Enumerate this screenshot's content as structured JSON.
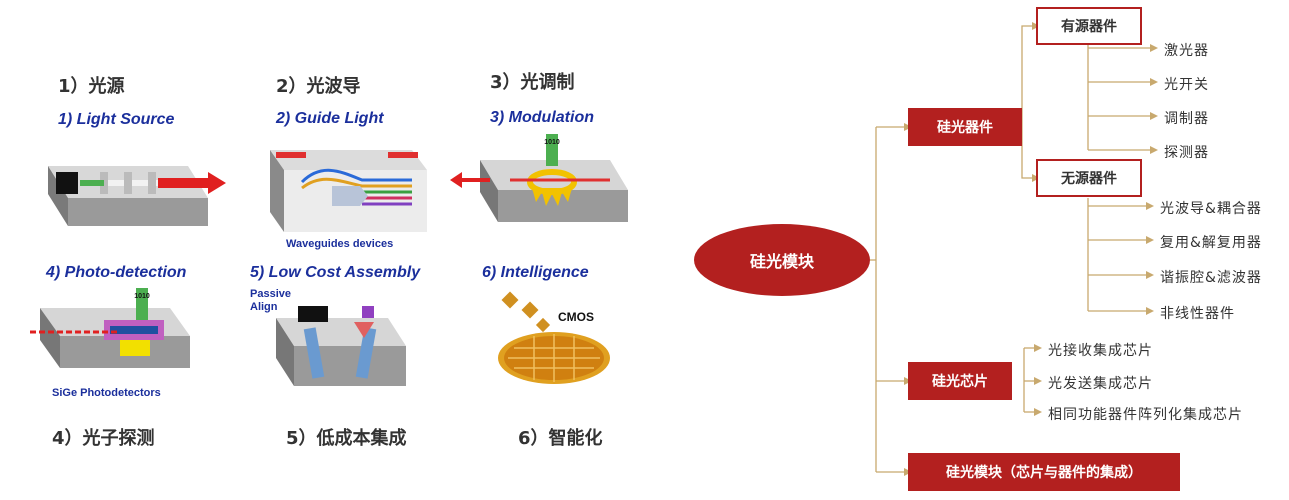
{
  "left": {
    "items": [
      {
        "cn": "1）光源",
        "en": "1) Light Source"
      },
      {
        "cn": "2）光波导",
        "en": "2) Guide Light",
        "caption": "Waveguides devices"
      },
      {
        "cn": "3）光调制",
        "en": "3) Modulation",
        "chip_label": "1010"
      },
      {
        "cn": "4）光子探测",
        "en": "4) Photo-detection",
        "caption": "SiGe Photodetectors",
        "chip_label": "1010"
      },
      {
        "cn": "5）低成本集成",
        "en": "5) Low Cost Assembly",
        "caption": "Passive\nAlign"
      },
      {
        "cn": "6）智能化",
        "en": "6) Intelligence",
        "caption": "CMOS"
      }
    ]
  },
  "tree": {
    "root": "硅光模块",
    "devices": {
      "label": "硅光器件",
      "active": {
        "label": "有源器件",
        "children": [
          "激光器",
          "光开关",
          "调制器",
          "探测器"
        ]
      },
      "passive": {
        "label": "无源器件",
        "children": [
          "光波导&耦合器",
          "复用&解复用器",
          "谐振腔&滤波器",
          "非线性器件"
        ]
      }
    },
    "chips": {
      "label": "硅光芯片",
      "children": [
        "光接收集成芯片",
        "光发送集成芯片",
        "相同功能器件阵列化集成芯片"
      ]
    },
    "module": {
      "label": "硅光模块（芯片与器件的集成）"
    }
  },
  "colors": {
    "accent": "#b3201f",
    "line": "#c8a96e",
    "en_text": "#1b2f9c"
  }
}
